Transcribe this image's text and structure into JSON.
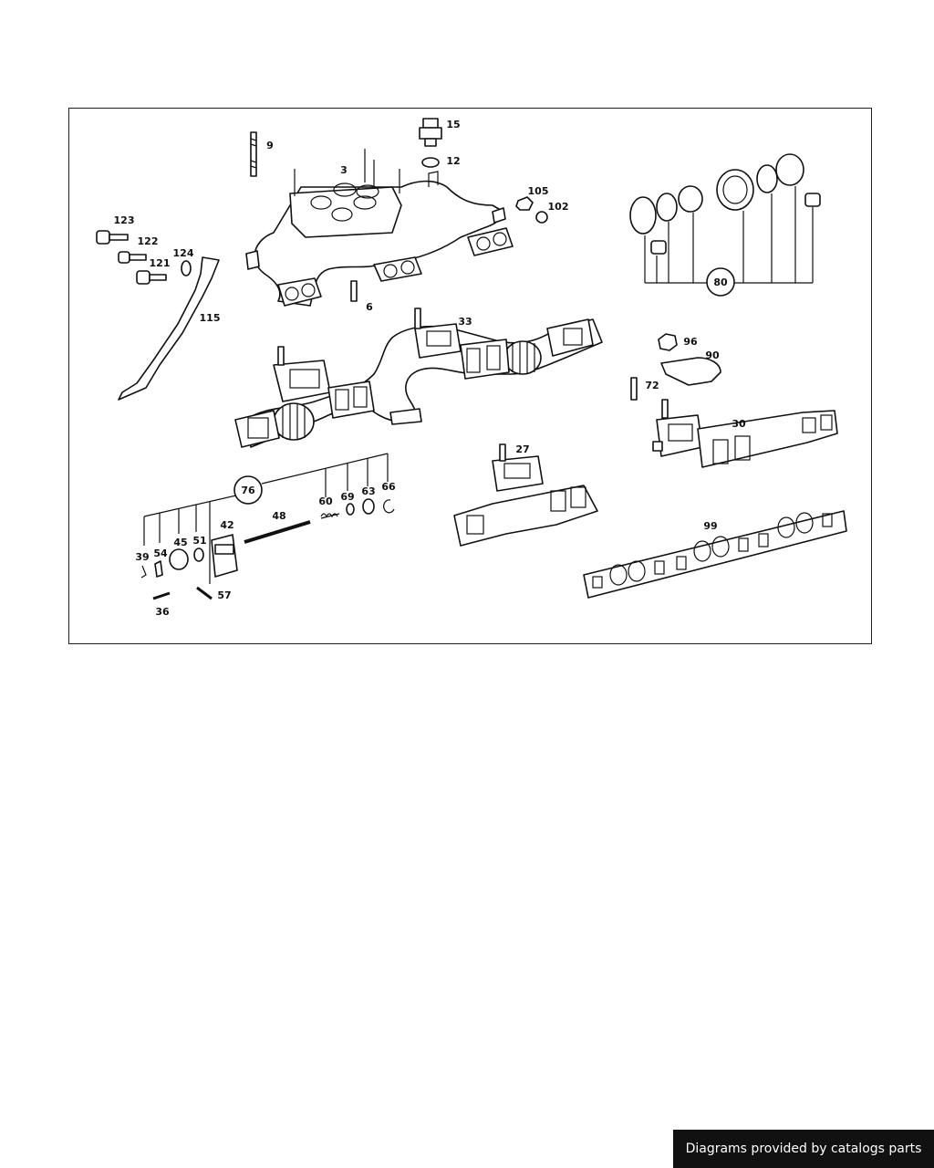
{
  "callouts": {
    "c3": "3",
    "c6": "6",
    "c9": "9",
    "c12": "12",
    "c15": "15",
    "c27": "27",
    "c30": "30",
    "c33": "33",
    "c36": "36",
    "c39": "39",
    "c42": "42",
    "c45": "45",
    "c48": "48",
    "c51": "51",
    "c54": "54",
    "c57": "57",
    "c60": "60",
    "c63": "63",
    "c66": "66",
    "c69": "69",
    "c72": "72",
    "c76": "76",
    "c80": "80",
    "c90": "90",
    "c96": "96",
    "c99": "99",
    "c102": "102",
    "c105": "105",
    "c115": "115",
    "c121": "121",
    "c122": "122",
    "c123": "123",
    "c124": "124"
  },
  "footer": {
    "credit": "Diagrams provided by catalogs parts"
  }
}
